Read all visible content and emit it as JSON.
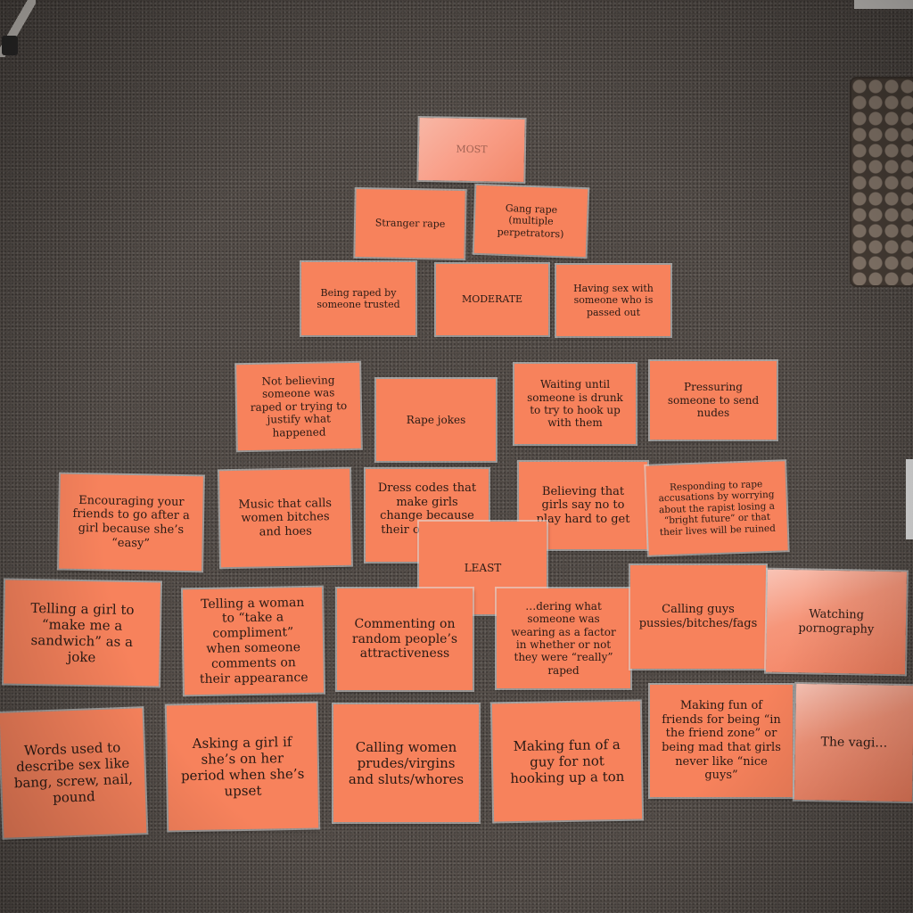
{
  "cards": [
    {
      "id": "most",
      "text": "MOST"
    },
    {
      "id": "stranger-rape",
      "text": "Stranger rape"
    },
    {
      "id": "gang-rape",
      "text": "Gang rape (multiple perpetrators)"
    },
    {
      "id": "raped-by-trusted",
      "text": "Being raped by someone trusted"
    },
    {
      "id": "moderate",
      "text": "MODERATE"
    },
    {
      "id": "sex-passed-out",
      "text": "Having sex with someone who is passed out"
    },
    {
      "id": "not-believing",
      "text": "Not believing someone was raped or trying to justify what happened"
    },
    {
      "id": "rape-jokes",
      "text": "Rape jokes"
    },
    {
      "id": "waiting-drunk",
      "text": "Waiting until someone is drunk to try to hook up with them"
    },
    {
      "id": "pressuring-nudes",
      "text": "Pressuring someone to send nudes"
    },
    {
      "id": "encouraging-friends",
      "text": "Encouraging your friends to go after a girl because she’s “easy”"
    },
    {
      "id": "music",
      "text": "Music that calls women bitches and hoes"
    },
    {
      "id": "dress-codes",
      "text": "Dress codes that make girls change because their outfits are “di"
    },
    {
      "id": "believing-girls",
      "text": "Believing that girls say no to play hard to get"
    },
    {
      "id": "responding-accusations",
      "text": "Responding to rape accusations by worrying about the rapist losing a “bright future” or that their lives will be ruined"
    },
    {
      "id": "least",
      "text": "LEAST"
    },
    {
      "id": "make-me-sandwich",
      "text": "Telling a girl to “make me a sandwich” as a joke"
    },
    {
      "id": "take-compliment",
      "text": "Telling a woman to “take a compliment” when someone comments on their appearance"
    },
    {
      "id": "commenting-attractiveness",
      "text": "Commenting on random people’s attractiveness"
    },
    {
      "id": "what-wearing",
      "text": "…dering what someone was wearing as a factor in whether or not they were “really” raped"
    },
    {
      "id": "calling-guys",
      "text": "Calling guys pussies/bitches/fags"
    },
    {
      "id": "watching-porn",
      "text": "Watching pornography"
    },
    {
      "id": "words-sex",
      "text": "Words used to describe sex like bang, screw, nail, pound"
    },
    {
      "id": "asking-period",
      "text": "Asking a girl if she’s on her period when she’s upset"
    },
    {
      "id": "calling-women",
      "text": "Calling women prudes/virgins and sluts/whores"
    },
    {
      "id": "making-fun-guy",
      "text": "Making fun of a guy for not hooking up a ton"
    },
    {
      "id": "friend-zone",
      "text": "Making fun of friends for being “in the friend zone” or being mad that girls never like “nice guys”"
    },
    {
      "id": "the-vagina",
      "text": "The vagi…"
    }
  ]
}
